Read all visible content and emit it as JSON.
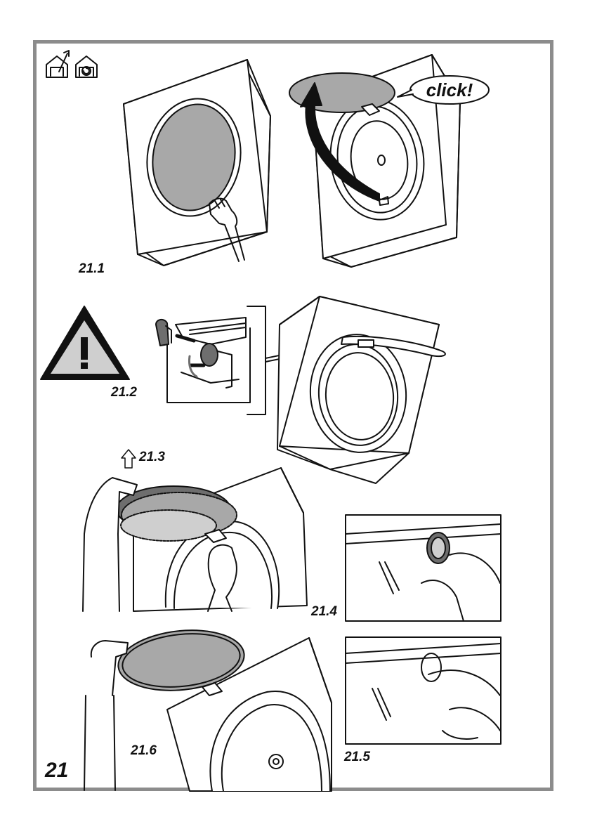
{
  "page": {
    "number": "21"
  },
  "steps": [
    {
      "id": "21.1",
      "label": "21.1"
    },
    {
      "id": "21.2",
      "label": "21.2"
    },
    {
      "id": "21.3",
      "label": "21.3"
    },
    {
      "id": "21.4",
      "label": "21.4"
    },
    {
      "id": "21.5",
      "label": "21.5"
    },
    {
      "id": "21.6",
      "label": "21.6"
    }
  ],
  "callout": {
    "text": "click!"
  },
  "icons": [
    "ducted-mode-icon",
    "recirculation-mode-icon",
    "warning-icon",
    "up-arrow-icon"
  ],
  "colors": {
    "frame": "#8c8c8c",
    "filter_gray": "#a8a8a8",
    "dark_gray": "#6e6e6e",
    "line": "#111111"
  }
}
